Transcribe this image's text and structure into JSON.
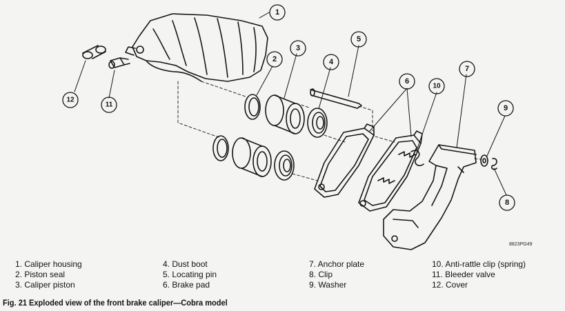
{
  "callouts": [
    "1",
    "2",
    "3",
    "4",
    "5",
    "6",
    "7",
    "8",
    "9",
    "10",
    "11",
    "12"
  ],
  "drawing_code": "8823PG49",
  "legend": [
    [
      "1. Caliper housing",
      "2. Piston seal",
      "3. Caliper piston"
    ],
    [
      "4. Dust boot",
      "5. Locating pin",
      "6. Brake pad"
    ],
    [
      "7. Anchor plate",
      "8. Clip",
      "9. Washer"
    ],
    [
      "10. Anti-rattle clip (spring)",
      "11. Bleeder valve",
      "12. Cover"
    ]
  ],
  "caption": "Fig. 21 Exploded view of the front brake caliper—Cobra model"
}
